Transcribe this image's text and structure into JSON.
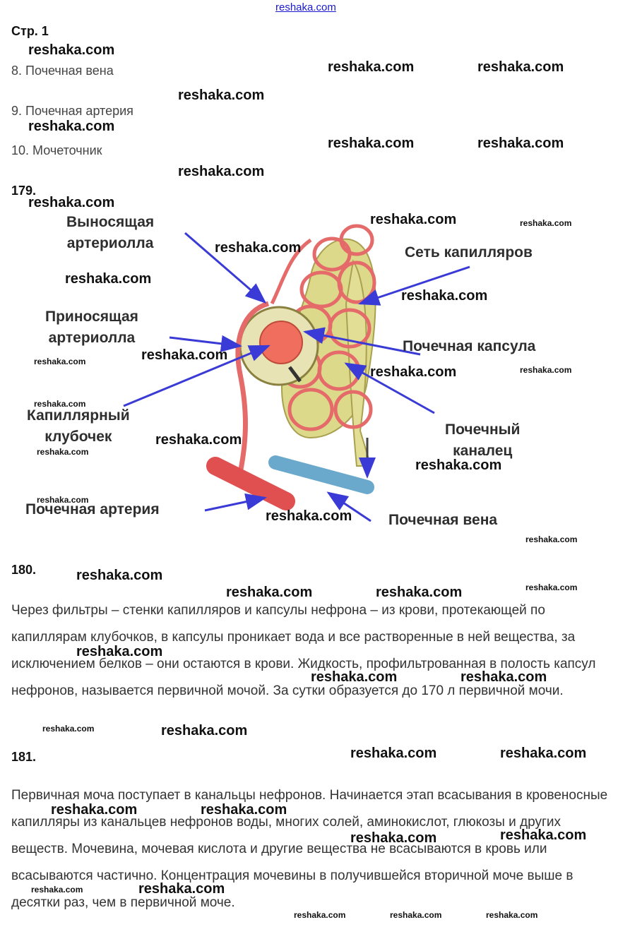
{
  "header": {
    "site_link": "reshaka.com"
  },
  "section_178": {
    "title": "Стр. 1",
    "items": [
      "8. Почечная вена",
      "9. Почечная артерия",
      "10. Мочеточник"
    ]
  },
  "section_179": {
    "number": "179.",
    "labels": {
      "efferent": [
        "Выносящая",
        "артериолла"
      ],
      "afferent": [
        "Приносящая",
        "артериолла"
      ],
      "glomerulus": [
        "Капиллярный",
        "клубочек"
      ],
      "renal_artery": "Почечная артерия",
      "capillary_net": "Сеть капилляров",
      "capsule": "Почечная капсула",
      "tubule": [
        "Почечный",
        "каналец"
      ],
      "renal_vein": "Почечная вена"
    }
  },
  "section_180": {
    "number": "180.",
    "text": "Через фильтры – стенки капилляров и капсулы нефрона – из крови, протекающей по капиллярам клубочков, в капсулы проникает вода и все растворенные в ней вещества, за исключением белков – они остаются в крови. Жидкость, профильтрованная в полость капсул нефронов, называется первичной мочой. За сутки образуется до 170 л первичной мочи."
  },
  "section_181": {
    "number": "181.",
    "text": "Первичная моча поступает в канальцы нефронов. Начинается этап всасывания в кровеносные капилляры из канальцев нефронов воды, многих солей, аминокислот, глюкозы и других веществ. Мочевина, мочевая кислота и другие вещества не всасываются в кровь или всасываются частично. Концентрация мочевины в получившейся вторичной моче выше в десятки раз, чем в первичной моче."
  },
  "watermark": {
    "text": "reshaka.com"
  }
}
